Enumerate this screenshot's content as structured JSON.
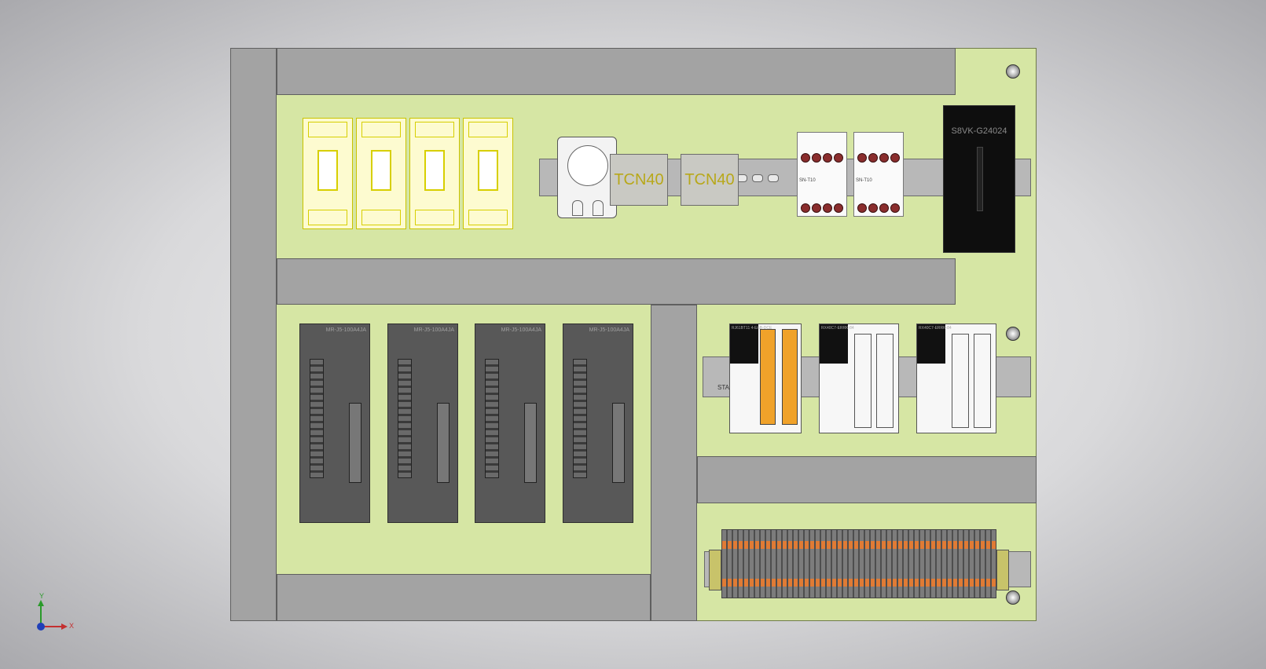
{
  "app": {
    "name": "CAD electrical panel layout",
    "view": "front"
  },
  "breakers": {
    "count": 4
  },
  "timers": [
    {
      "label": "TCN40"
    },
    {
      "label": "TCN40"
    }
  ],
  "contactors": {
    "count": 2,
    "tag": "SN-T10"
  },
  "power_supply": {
    "label": "S8VK-G24024"
  },
  "servo_amplifiers": [
    {
      "label": "MR-J5-100A4JA"
    },
    {
      "label": "MR-J5-100A4JA"
    },
    {
      "label": "MR-J5-100A4JA"
    },
    {
      "label": "MR-J5-100A4JA"
    }
  ],
  "plc_modules": [
    {
      "label": "RJ61BT11 4-EAB-DCE"
    },
    {
      "label": "RX40C7-ERRK-84"
    },
    {
      "label": "RX40C7-ERRK-84"
    }
  ],
  "din_rail_marking": "STA",
  "axis_triad": {
    "x_label": "X",
    "y_label": "Y"
  },
  "colors": {
    "panel": "#d6e6a4",
    "duct": "#a3a3a3",
    "highlight": "#d7cf00",
    "servo_body": "#585858",
    "psu_body": "#0e0e0e"
  }
}
